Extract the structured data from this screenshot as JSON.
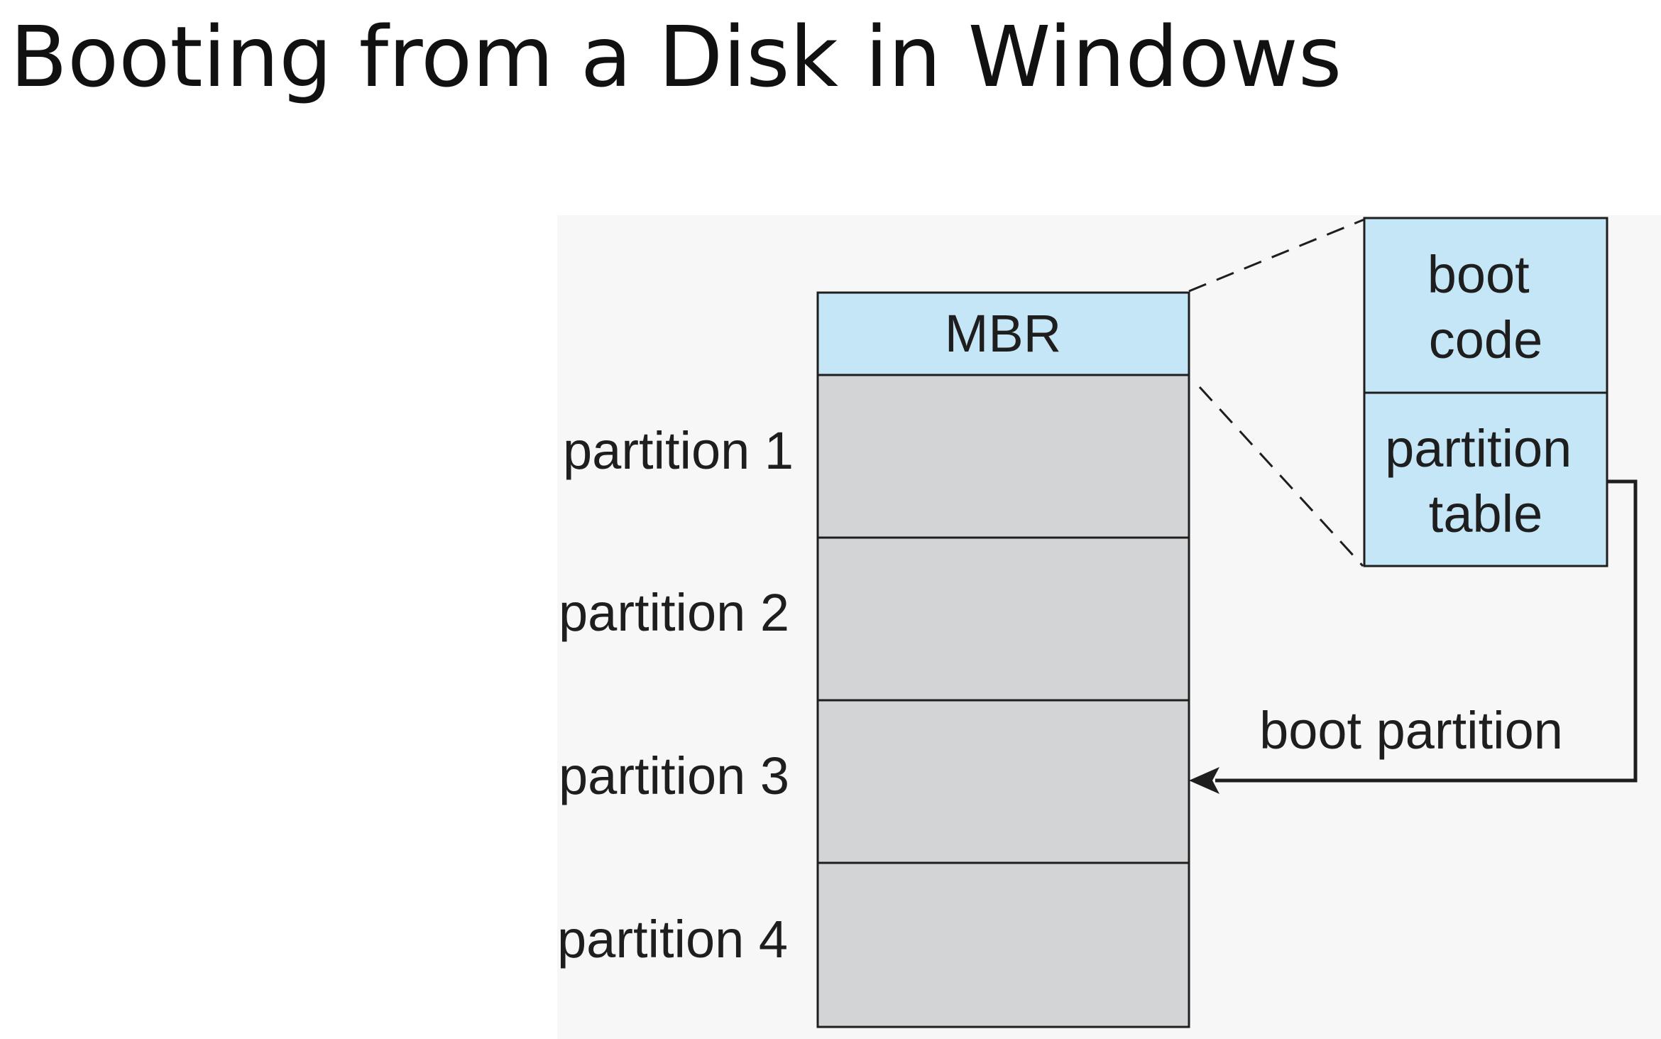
{
  "slide": {
    "title": "Booting from a Disk in Windows"
  },
  "diagram": {
    "disk": {
      "mbr_label": "MBR",
      "partitions": [
        "partition 1",
        "partition 2",
        "partition 3",
        "partition 4"
      ]
    },
    "mbr_detail": {
      "boot_code_lines": [
        "boot",
        "code"
      ],
      "partition_table_lines": [
        "partition",
        "table"
      ]
    },
    "arrow_label": "boot partition"
  },
  "colors": {
    "mbr_fill": "#c5e6f7",
    "partition_fill": "#d3d4d6",
    "figure_background": "#f7f7f7",
    "line": "#1e1e1e"
  }
}
